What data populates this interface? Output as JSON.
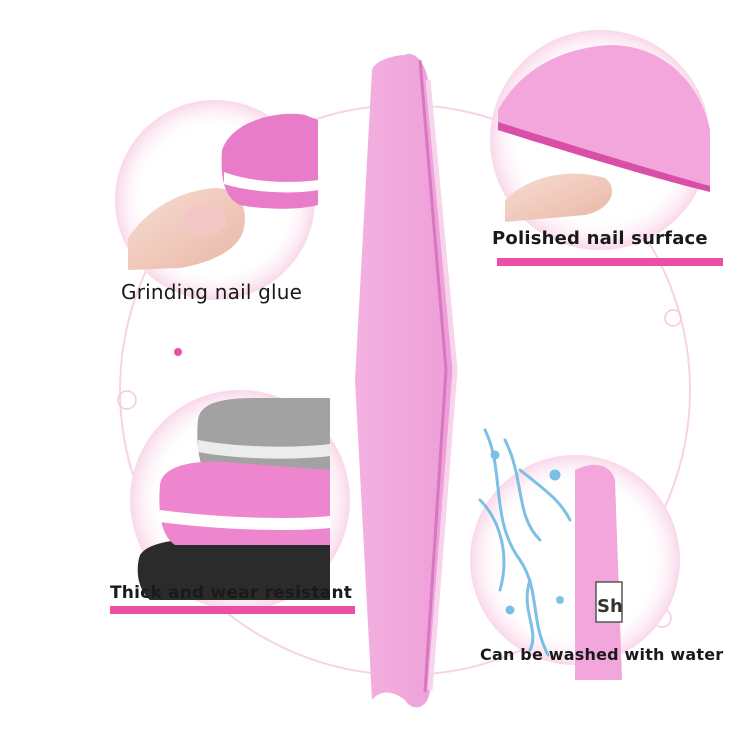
{
  "captions": {
    "grinding": "Grinding nail glue",
    "polished": "Polished nail surface",
    "thick": "Thick and wear resistant",
    "washed": "Can be washed with water"
  },
  "printed_file_text": "Sh",
  "colors": {
    "file_pink": "#f2a6dc",
    "accent_pink": "#ea4fa3",
    "ring_pink": "#f7c6df",
    "grey_block": "#9a9a9a",
    "black_block": "#2b2b2b",
    "water_blue": "#6fb9e3"
  }
}
